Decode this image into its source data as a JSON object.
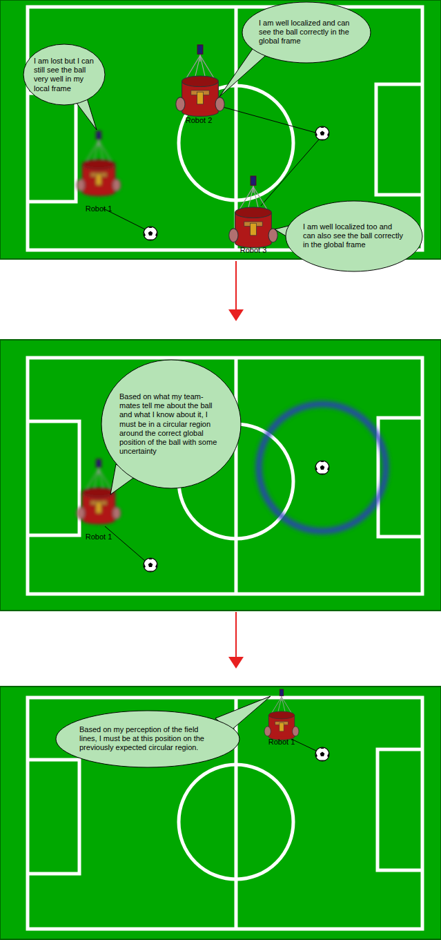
{
  "diagram": {
    "nodes": [
      {
        "text": [
          "I am well localized and can see the ball correctly in the global frame"
        ]
      },
      {
        "text": [
          "I am lost but I can still see the ball very well in my local frame"
        ]
      },
      {
        "text": [
          "I am well localized too and can also see the ball correctly in the global frame"
        ]
      },
      {
        "text": [
          "Based on what my team-mates tell me about the ball and what I know about it, I must be in a circular region around the correct global position of the ball with some uncertainty"
        ]
      },
      {
        "text": [
          "Based on my perception of the field lines, I must be at this position on the previously expected circular region."
        ]
      }
    ],
    "labels": [
      "Robot 2",
      "Robot 1",
      "Robot 3",
      "Robot 1",
      "Robot 1"
    ]
  }
}
